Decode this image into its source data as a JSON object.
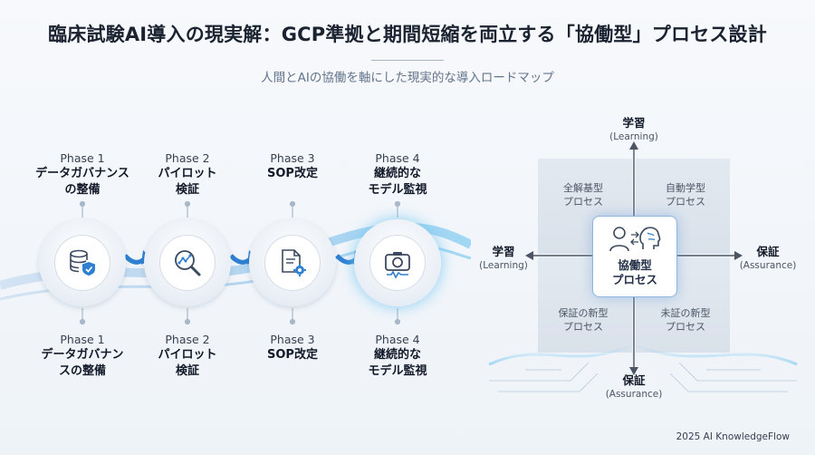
{
  "header": {
    "title": "臨床試験AI導入の現実解：GCP準拠と期間短縮を両立する「協働型」プロセス設計",
    "subtitle": "人間とAIの協働を軸にした現実的な導入ロードマップ"
  },
  "phases_top": [
    {
      "number": "Phase 1",
      "title_line1": "データガバナンス",
      "title_line2": "の整備"
    },
    {
      "number": "Phase 2",
      "title_line1": "パイロット",
      "title_line2": "検証"
    },
    {
      "number": "Phase 3",
      "title_line1": "SOP改定",
      "title_line2": ""
    },
    {
      "number": "Phase 4",
      "title_line1": "継続的な",
      "title_line2": "モデル監視"
    }
  ],
  "phases_bottom": [
    {
      "number": "Phase 1",
      "title_line1": "データガバナン",
      "title_line2": "スの整備"
    },
    {
      "number": "Phase 2",
      "title_line1": "パイロット",
      "title_line2": "検証"
    },
    {
      "number": "Phase 3",
      "title_line1": "SOP改定",
      "title_line2": ""
    },
    {
      "number": "Phase 4",
      "title_line1": "継続的な",
      "title_line2": "モデル監視"
    }
  ],
  "phase_icons": [
    "database-shield-icon",
    "magnifier-chart-icon",
    "document-gear-icon",
    "camera-wave-icon"
  ],
  "matrix": {
    "top_axis": {
      "ja": "学習",
      "en": "(Learning)"
    },
    "bottom_axis": {
      "ja": "保証",
      "en": "(Assurance)"
    },
    "left_axis": {
      "ja": "学習",
      "en": "(Learning)"
    },
    "right_axis": {
      "ja": "保証",
      "en": "(Assurance)"
    },
    "quadrants": {
      "top_left": {
        "line1": "全解基型",
        "line2": "プロセス"
      },
      "top_right": {
        "line1": "自動学型",
        "line2": "プロセス"
      },
      "bottom_left": {
        "line1": "保証の新型",
        "line2": "プロセス"
      },
      "bottom_right": {
        "line1": "未証の新型",
        "line2": "プロセス"
      }
    },
    "center": {
      "line1": "協働型",
      "line2": "プロセス"
    }
  },
  "footer": "2025 AI KnowledgeFlow",
  "colors": {
    "accent": "#2f80d1",
    "glow": "#6cc3f0",
    "text": "#1b2230"
  }
}
